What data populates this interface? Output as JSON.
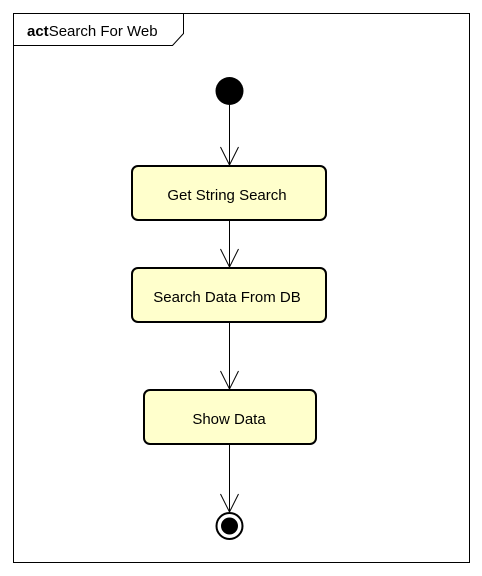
{
  "frame": {
    "keyword": "act",
    "name": "Search For Web"
  },
  "activities": [
    {
      "label": "Get String Search"
    },
    {
      "label": "Search Data From DB"
    },
    {
      "label": "Show Data"
    }
  ],
  "colors": {
    "activity_fill": "#ffffcc",
    "line": "#000000",
    "background": "#ffffff"
  }
}
